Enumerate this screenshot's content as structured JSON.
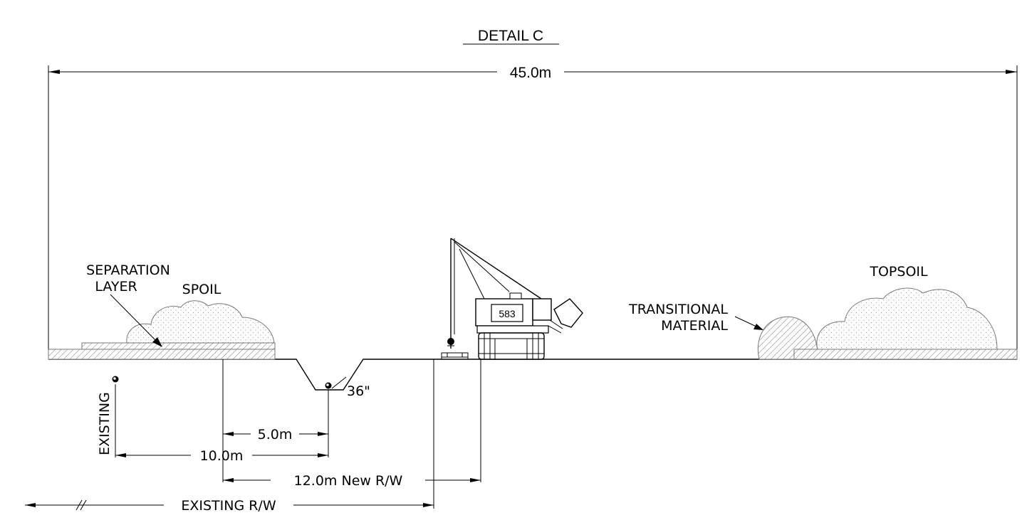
{
  "title": "DETAIL C",
  "dimensions": {
    "overall_width": "45.0m",
    "trench_offset": "5.0m",
    "existing_offset": "10.0m",
    "new_row": "12.0m New R/W",
    "existing_row": "EXISTING R/W"
  },
  "labels": {
    "separation_layer_line1": "SEPARATION",
    "separation_layer_line2": "LAYER",
    "spoil": "SPOIL",
    "topsoil": "TOPSOIL",
    "transitional_line1": "TRANSITIONAL",
    "transitional_line2": "MATERIAL",
    "pipe_size": "36\"",
    "existing_pipe": "EXISTING",
    "equipment_number": "583"
  }
}
